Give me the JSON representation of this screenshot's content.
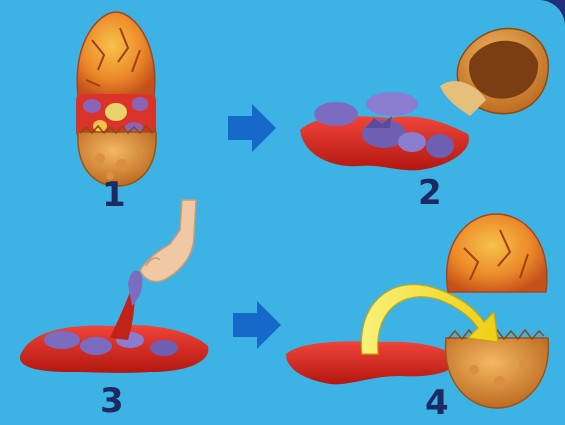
{
  "steps": [
    {
      "number": "1"
    },
    {
      "number": "2"
    },
    {
      "number": "3"
    },
    {
      "number": "4"
    }
  ],
  "colors": {
    "background": "#3cb3e4",
    "frame": "#1f2d7a",
    "number": "#1c2a63",
    "arrow": "#1769c9",
    "slime": "#d72a1e",
    "shell": "#e08b2a",
    "dino": "#7b6cc0",
    "transfer_arrow": "#f4ec3a"
  },
  "icons": [
    "right-arrow-icon",
    "transfer-arrow-icon"
  ]
}
